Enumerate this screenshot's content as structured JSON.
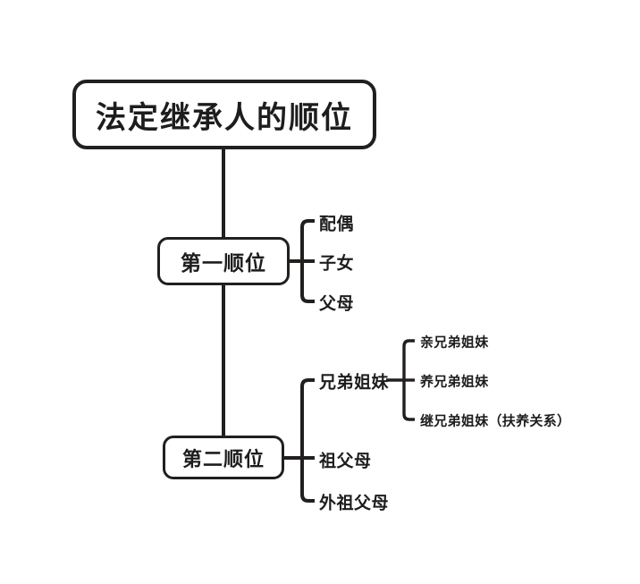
{
  "diagram": {
    "title_node": {
      "label": "法定继承人的顺位"
    },
    "tiers": [
      {
        "label": "第一顺位",
        "children": [
          {
            "label": "配偶"
          },
          {
            "label": "子女"
          },
          {
            "label": "父母"
          }
        ]
      },
      {
        "label": "第二顺位",
        "children": [
          {
            "label": "兄弟姐妹",
            "children": [
              {
                "label": "亲兄弟姐妹"
              },
              {
                "label": "养兄弟姐妹"
              },
              {
                "label": "继兄弟姐妹（扶养关系）"
              }
            ]
          },
          {
            "label": "祖父母"
          },
          {
            "label": "外祖父母"
          }
        ]
      }
    ],
    "colors": {
      "stroke": "#221f1f",
      "text": "#1d1d1d",
      "background": "#ffffff"
    }
  }
}
